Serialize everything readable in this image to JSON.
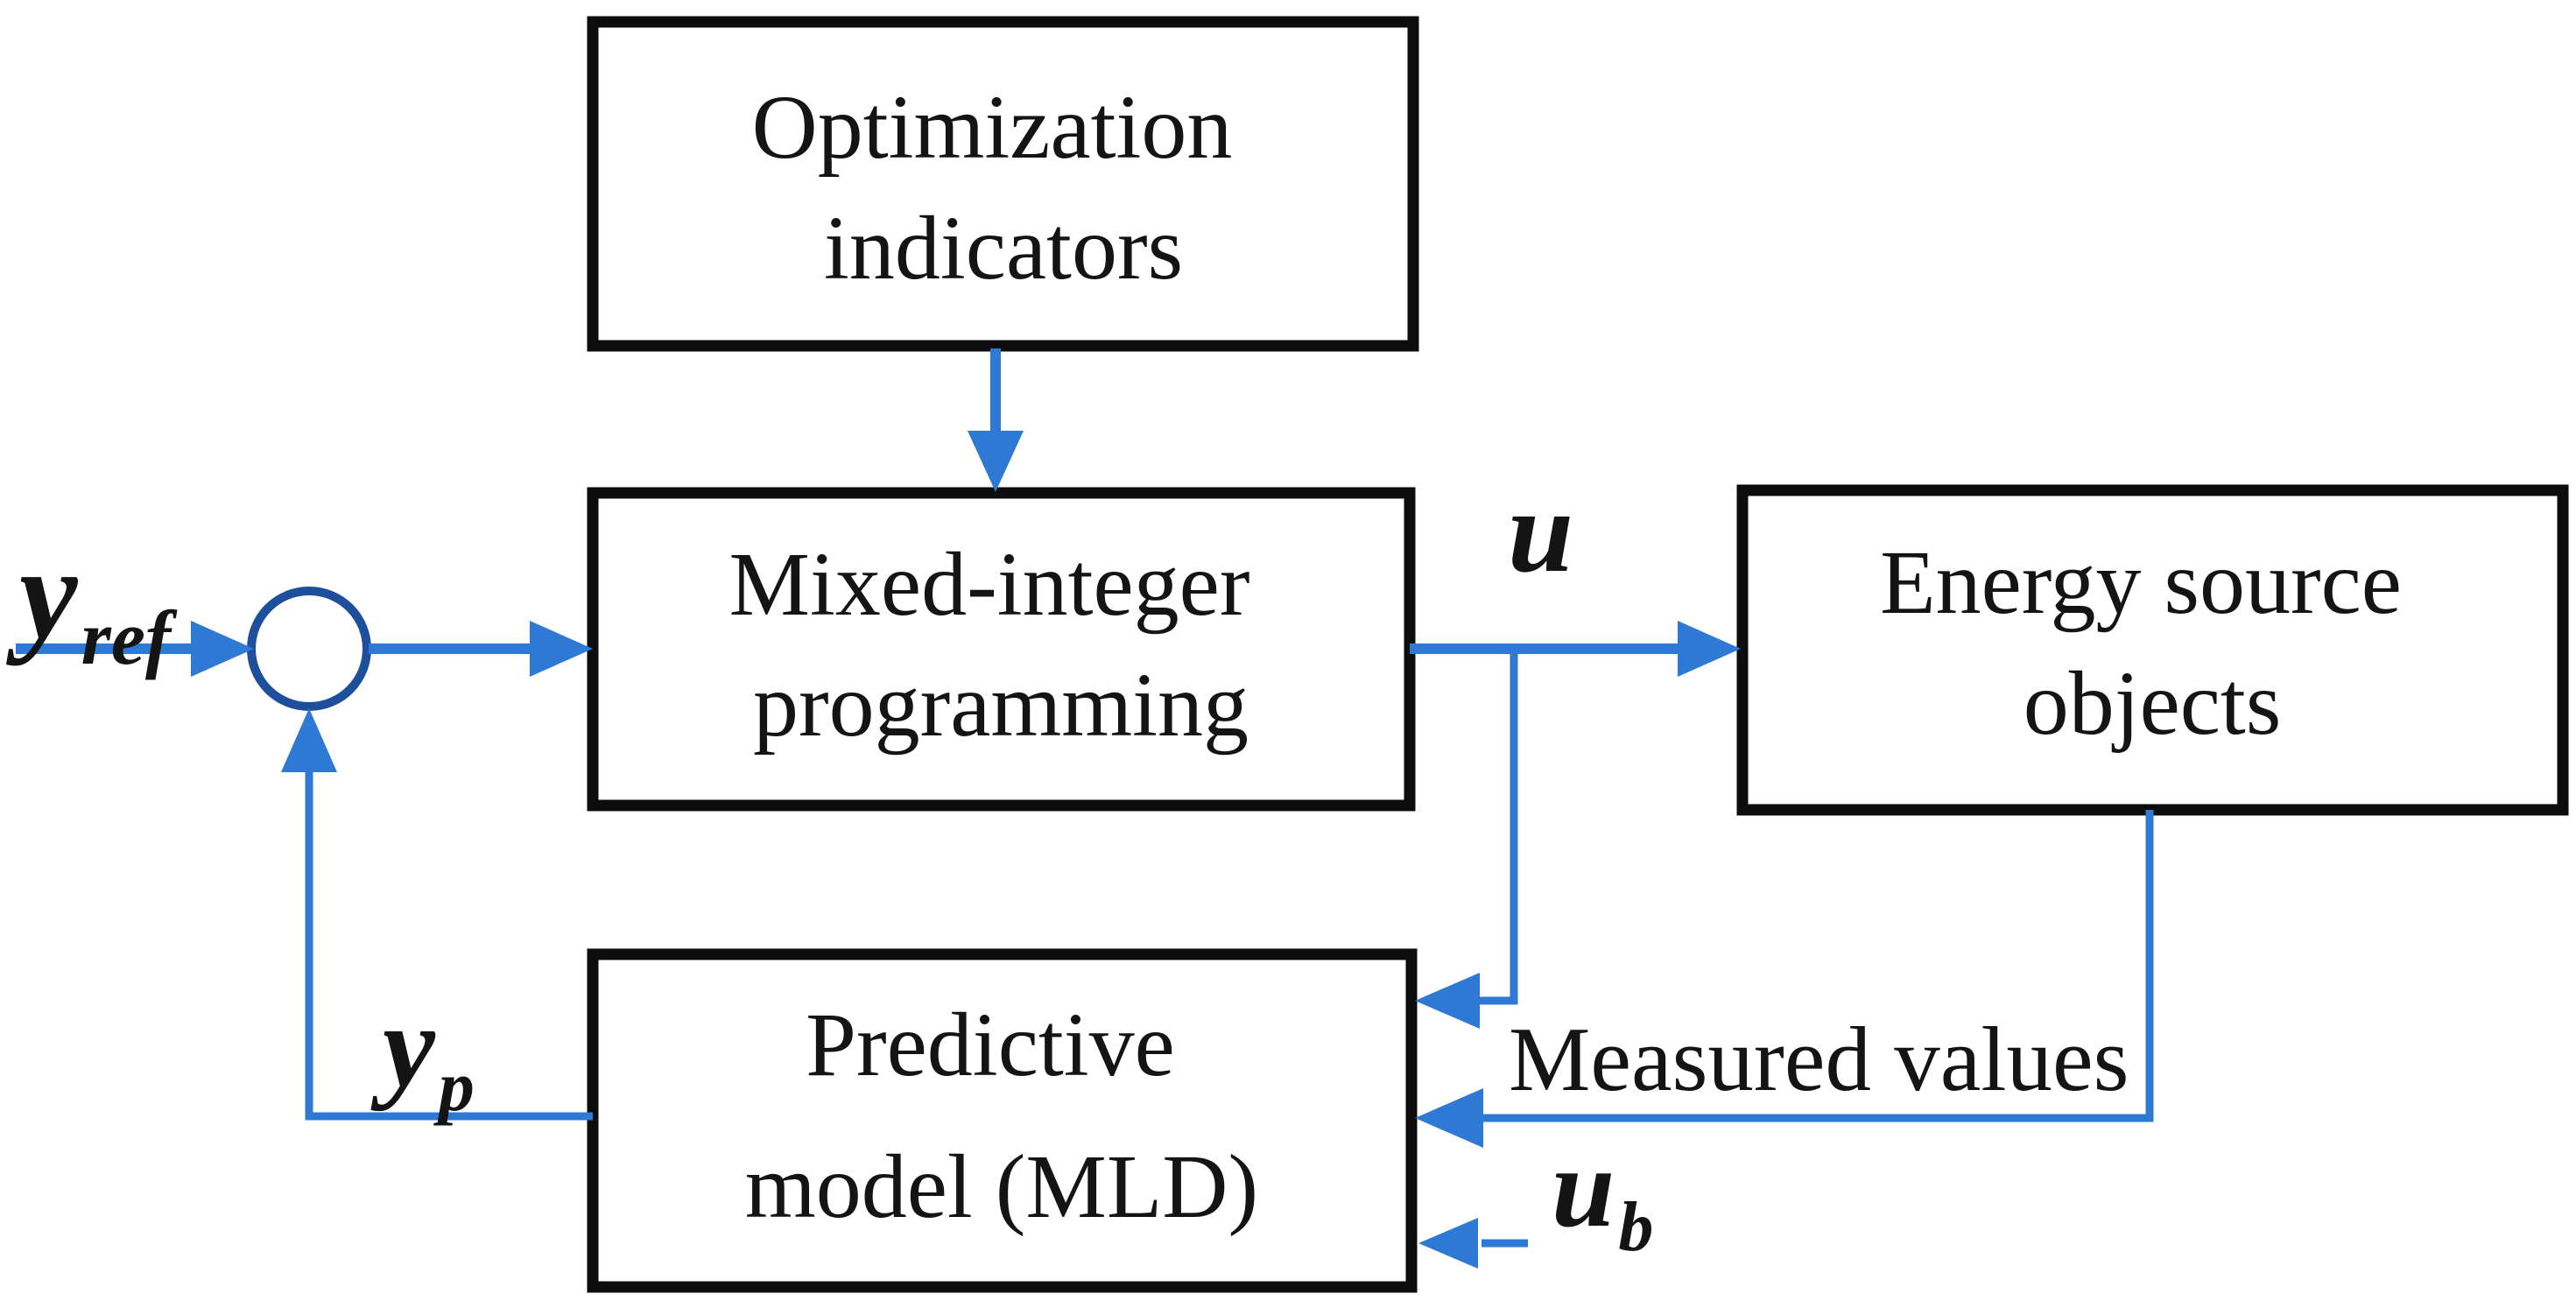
{
  "colors": {
    "arrow": "#2e79d4",
    "junction": "#1e4f9c",
    "box_border": "#0c0c0c",
    "text": "#141414",
    "background": "#ffffff"
  },
  "boxes": {
    "optimization": {
      "line1": "Optimization",
      "line2": "indicators"
    },
    "mixed_integer": {
      "line1": "Mixed-integer",
      "line2": "programming"
    },
    "energy_source": {
      "line1": "Energy source",
      "line2": "objects"
    },
    "predictive_model": {
      "line1": "Predictive",
      "line2": "model (MLD)"
    }
  },
  "signals": {
    "y_ref": {
      "base": "y",
      "sub": "ref"
    },
    "u": {
      "base": "u"
    },
    "y_p": {
      "base": "y",
      "sub": "p"
    },
    "u_b": {
      "base": "u",
      "sub": "b"
    },
    "measured_values": "Measured values"
  }
}
